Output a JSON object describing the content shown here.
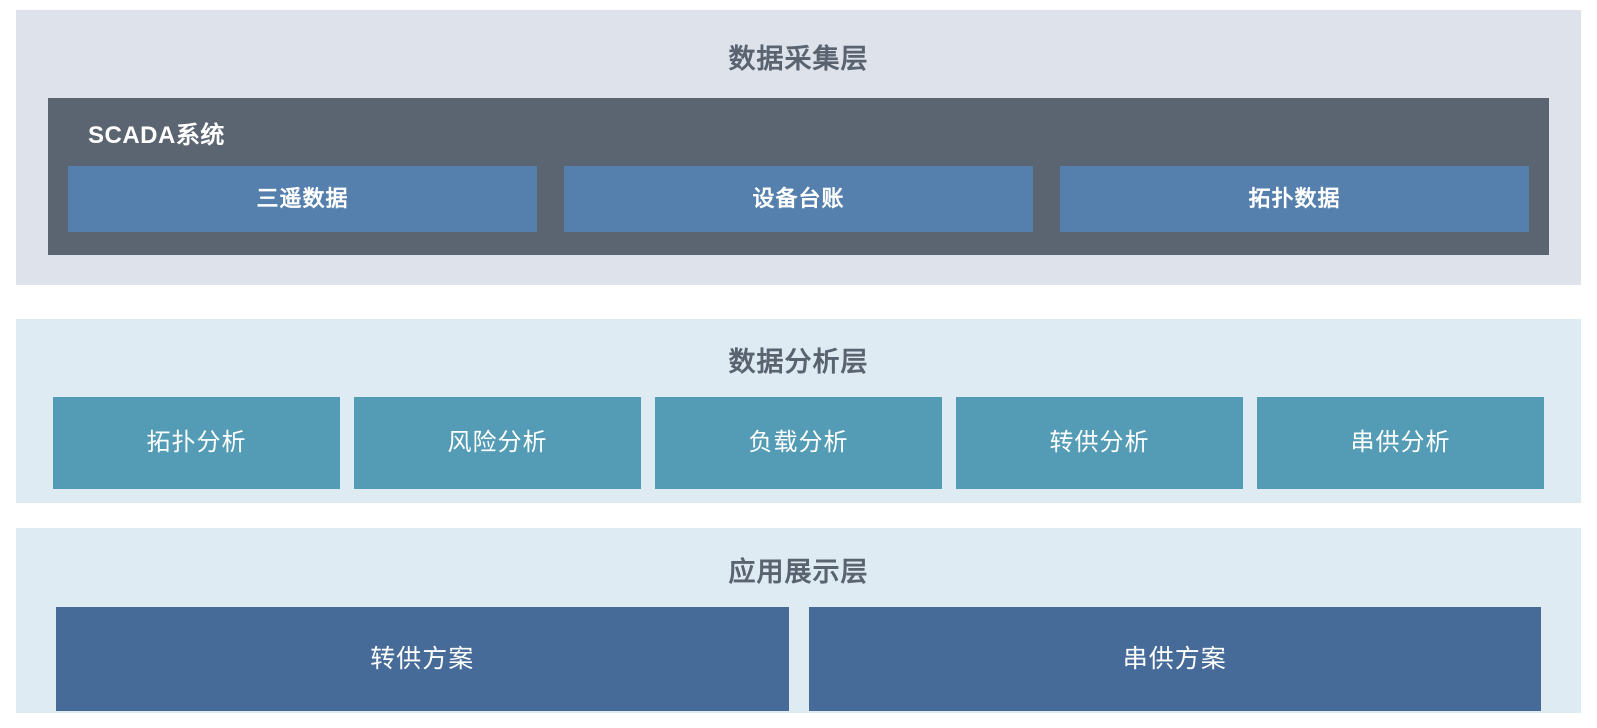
{
  "layers": {
    "collection": {
      "title": "数据采集层",
      "scada": {
        "label": "SCADA系统",
        "items": [
          {
            "label": "三遥数据"
          },
          {
            "label": "设备台账"
          },
          {
            "label": "拓扑数据"
          }
        ]
      }
    },
    "analysis": {
      "title": "数据分析层",
      "items": [
        {
          "label": "拓扑分析"
        },
        {
          "label": "风险分析"
        },
        {
          "label": "负载分析"
        },
        {
          "label": "转供分析"
        },
        {
          "label": "串供分析"
        }
      ]
    },
    "application": {
      "title": "应用展示层",
      "items": [
        {
          "label": "转供方案"
        },
        {
          "label": "串供方案"
        }
      ]
    }
  },
  "colors": {
    "layer_collection_bg": "#dee2ea",
    "layer_analysis_bg": "#dfebf2",
    "layer_application_bg": "#dfebf2",
    "scada_box_bg": "#5b6471",
    "scada_item_bg": "#5580ad",
    "analysis_item_bg": "#549cb5",
    "application_item_bg": "#466b98",
    "title_text": "#5a6370",
    "box_text": "#ffffff"
  }
}
